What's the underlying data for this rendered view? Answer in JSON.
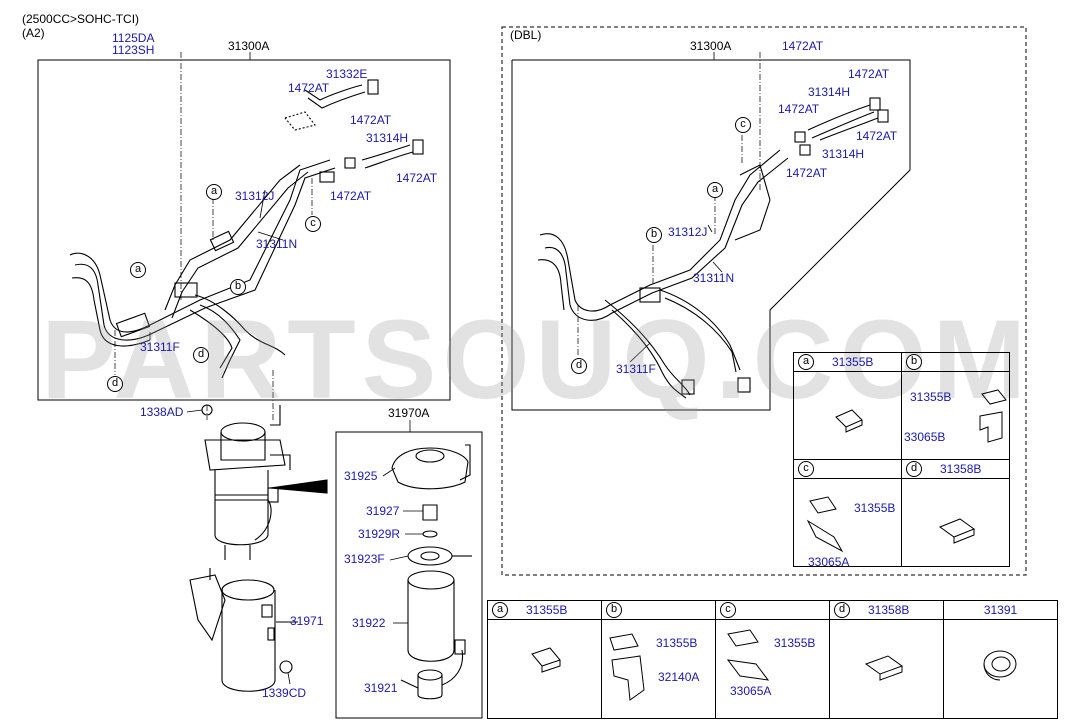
{
  "header": {
    "engine": "(2500CC>SOHC-TCI)",
    "variant": "(A2)"
  },
  "dbl_title": "(DBL)",
  "watermark": "PARTSOUQ.COM",
  "left_labels": {
    "a1": "1125DA",
    "a2": "1123SH",
    "assy": "31300A",
    "e": "31332E",
    "clamp1": "1472AT",
    "clamp2": "1472AT",
    "h": "31314H",
    "clamp3": "1472AT",
    "clamp4": "1472AT",
    "j": "31312J",
    "n": "31311N",
    "f": "31311F",
    "nut": "1338AD"
  },
  "filter_labels": {
    "assy": "31970A",
    "p25": "31925",
    "p27": "31927",
    "p29": "31929R",
    "p23": "31923F",
    "p22": "31922",
    "p21": "31921",
    "p71": "31971",
    "p39": "1339CD"
  },
  "dbl_labels": {
    "assy": "31300A",
    "clamp0": "1472AT",
    "clamp1": "1472AT",
    "h1": "31314H",
    "clamp2": "1472AT",
    "clamp3": "1472AT",
    "h2": "31314H",
    "clamp4": "1472AT",
    "j": "31312J",
    "n": "31311N",
    "f": "31311F"
  },
  "callouts": [
    "a",
    "b",
    "c",
    "d"
  ],
  "dbl_inset": {
    "a": {
      "letter": "a",
      "code": "31355B"
    },
    "b": {
      "letter": "b",
      "p1": "31355B",
      "p2": "33065B"
    },
    "c": {
      "letter": "c",
      "p1": "31355B",
      "p2": "33065A"
    },
    "d": {
      "letter": "d",
      "code": "31358B"
    }
  },
  "bottom_inset": {
    "a": {
      "letter": "a",
      "code": "31355B"
    },
    "b": {
      "letter": "b",
      "p1": "31355B",
      "p2": "32140A"
    },
    "c": {
      "letter": "c",
      "p1": "31355B",
      "p2": "33065A"
    },
    "d": {
      "letter": "d",
      "code": "31358B"
    },
    "e": {
      "code": "31391"
    }
  }
}
